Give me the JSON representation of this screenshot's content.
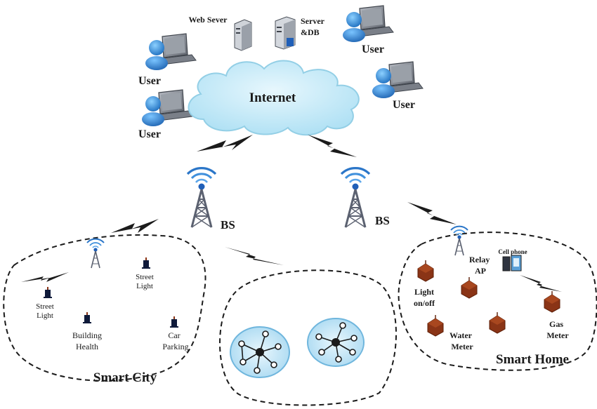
{
  "colors": {
    "cloud": "#bfe8f7",
    "cloud_edge": "#93cfe6",
    "user_blue": "#2f8fd8",
    "bolt": "#1b1b1b",
    "tower": "#5b6170",
    "wave": "#2b76c8",
    "meter": "#8a3416",
    "sensor": "#0f1a3a",
    "mesh_fill": "#c9e9f8",
    "mesh_edge": "#6fb6dd",
    "text": "#1a1a1a"
  },
  "labels": {
    "internet": "Internet",
    "web_server": "Web Sever",
    "server_db_line1": "Server",
    "server_db_line2": "&DB",
    "user_top_right": "User",
    "user_left_1": "User",
    "user_left_2": "User",
    "user_right_2": "User",
    "bs_left": "BS",
    "bs_right": "BS",
    "street_light_1_line1": "Street",
    "street_light_1_line2": "Light",
    "street_light_2_line1": "Street",
    "street_light_2_line2": "Light",
    "building_health_line1": "Building",
    "building_health_line2": "Health",
    "car_parking_line1": "Car",
    "car_parking_line2": "Parking",
    "smart_city": "Smart City",
    "relay_ap_line1": "Relay",
    "relay_ap_line2": "AP",
    "cell_phone": "Cell phone",
    "light_onoff_line1": "Light",
    "light_onoff_line2": "on/off",
    "water_meter_line1": "Water",
    "water_meter_line2": "Meter",
    "gas_meter_line1": "Gas",
    "gas_meter_line2": "Meter",
    "smart_home": "Smart Home"
  },
  "icons": [
    "user-icon",
    "server-icon",
    "database-server-icon",
    "cloud-icon",
    "lightning-link-icon",
    "cell-tower-icon",
    "sensor-node-icon",
    "meter-node-icon",
    "cell-phone-icon",
    "mesh-network-icon"
  ]
}
